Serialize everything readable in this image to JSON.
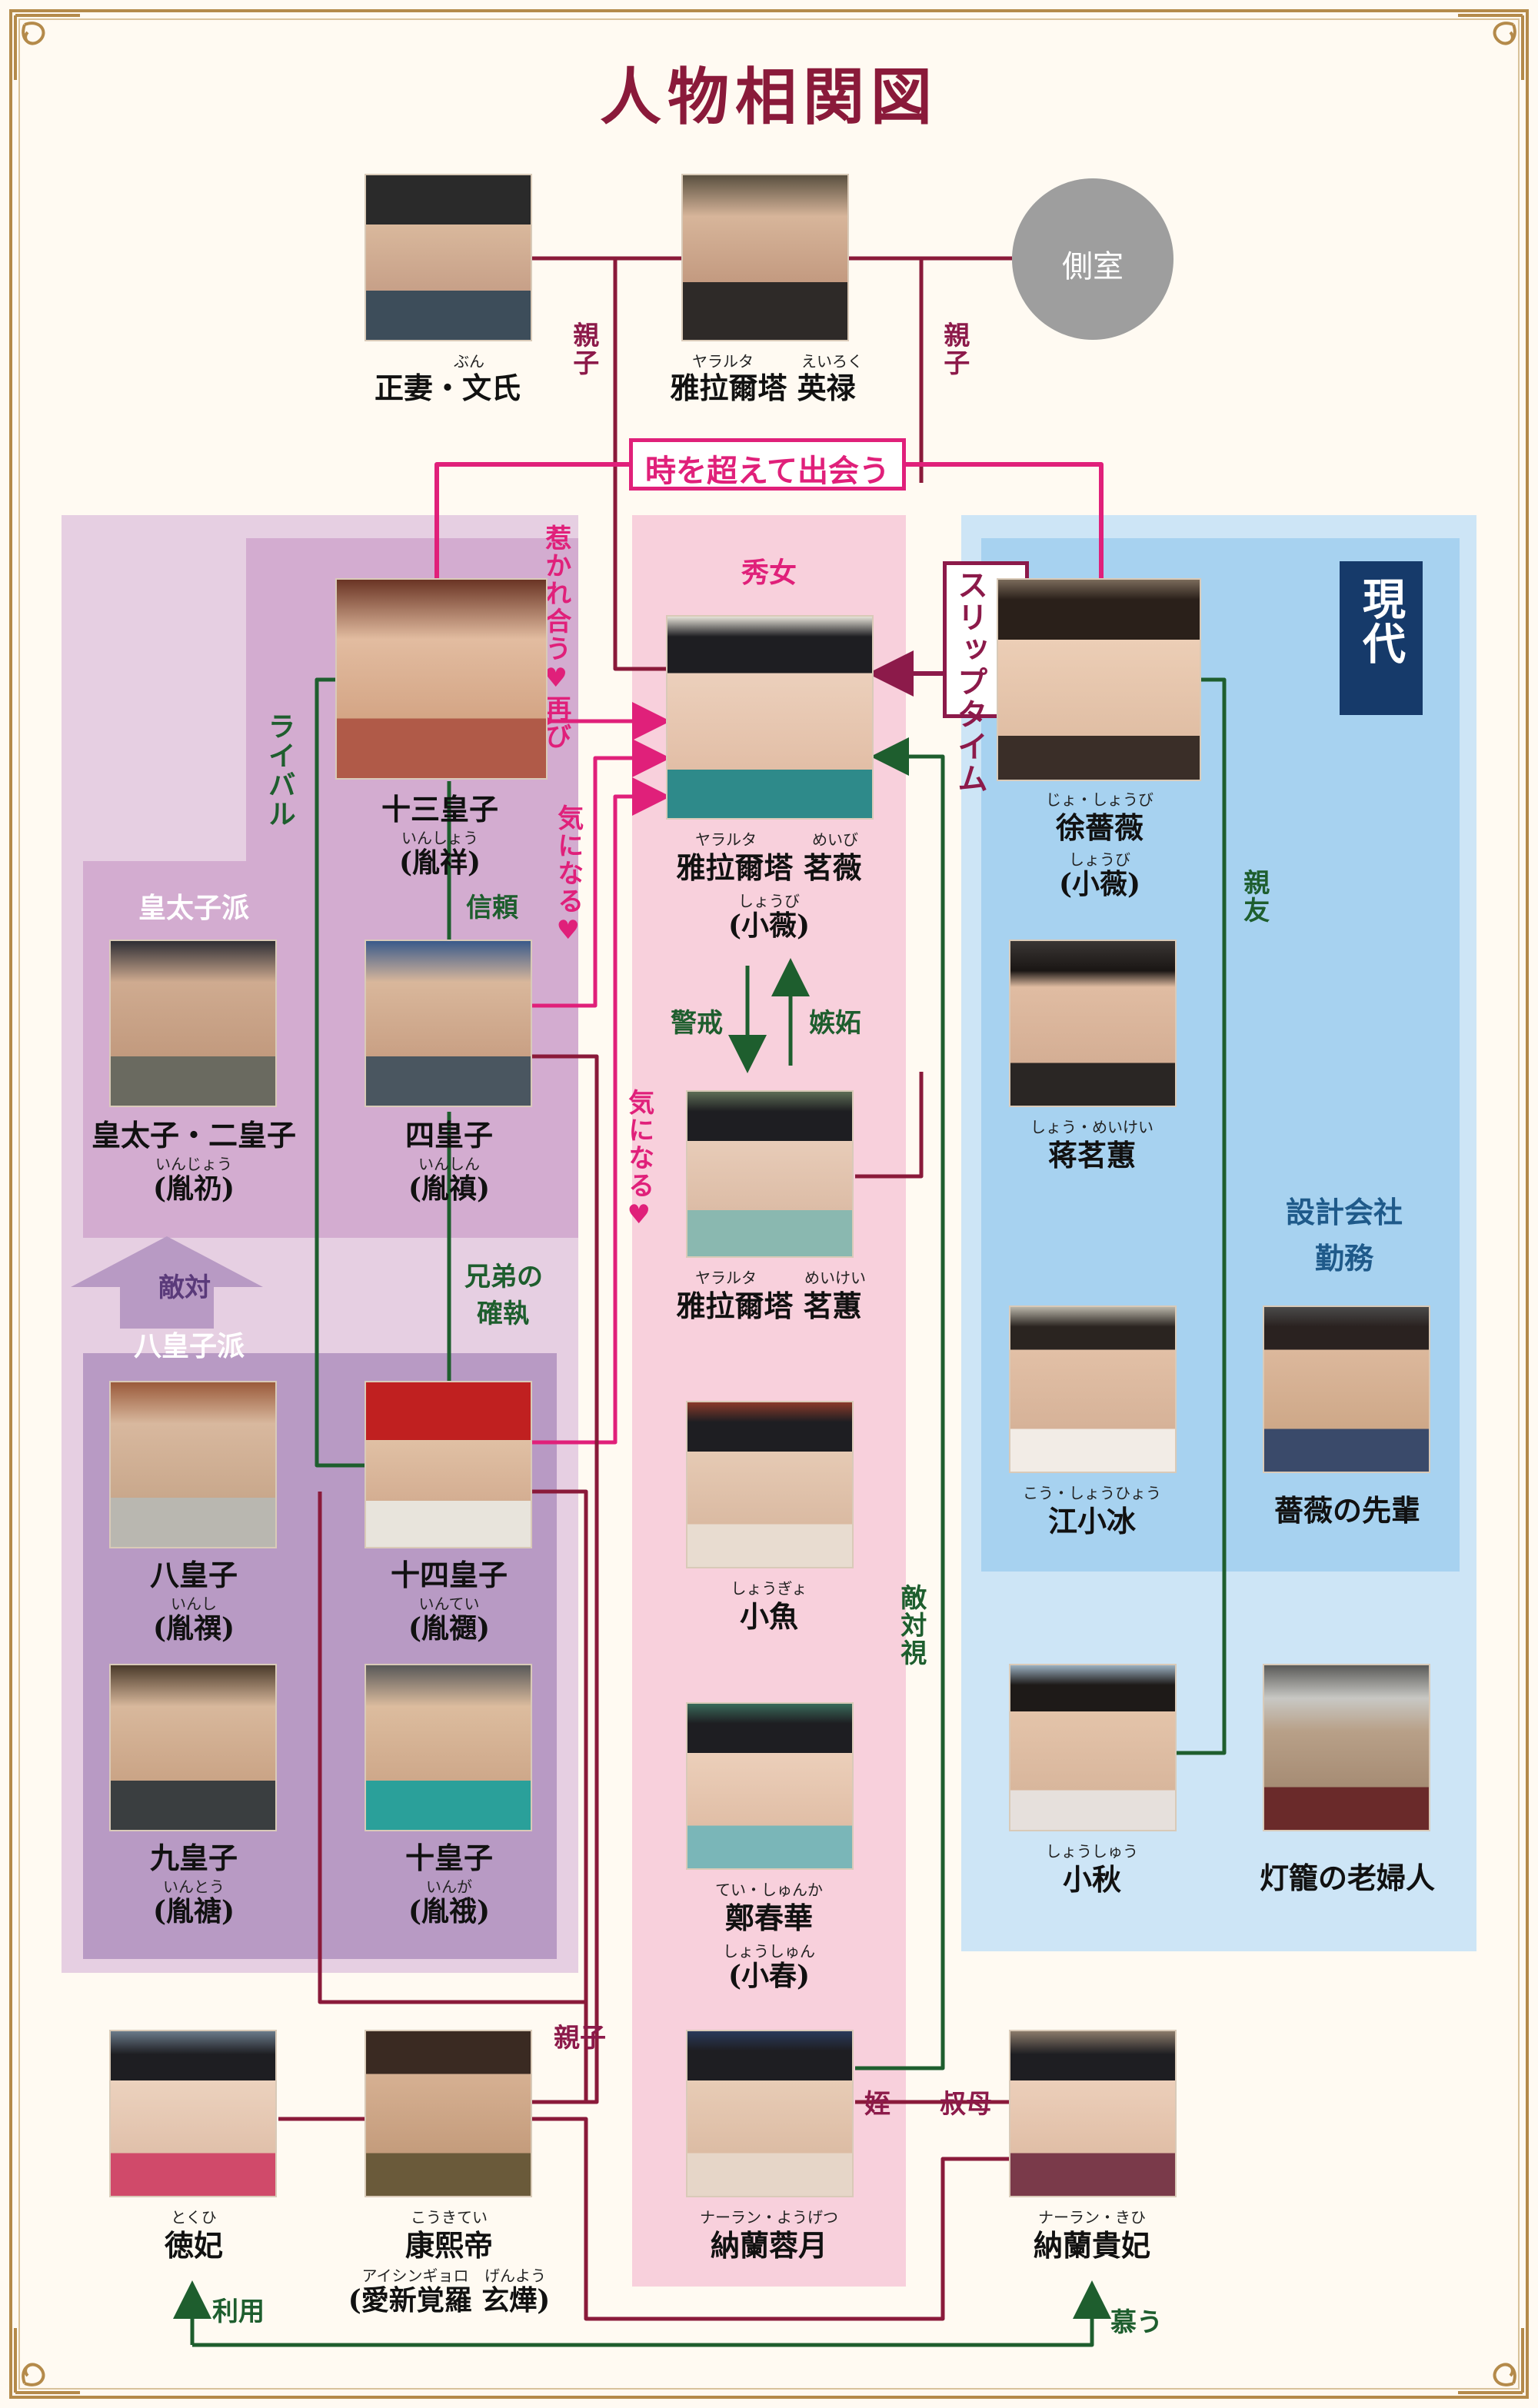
{
  "title": "人物相関図",
  "people": {
    "wife": {
      "ruby": "ぶん",
      "name": "正妻・文氏"
    },
    "father": {
      "ruby1": "ヤラルタ",
      "ruby2": "えいろく",
      "name": "雅拉爾塔 英禄"
    },
    "concubine": {
      "name": "側室"
    },
    "p13": {
      "name": "十三皇子",
      "ruby": "いんしょう",
      "sub": "(胤祥)"
    },
    "crown": {
      "name": "皇太子・二皇子",
      "ruby": "いんじょう",
      "sub": "(胤礽)"
    },
    "p4": {
      "name": "四皇子",
      "ruby": "いんしん",
      "sub": "(胤禛)"
    },
    "p8": {
      "name": "八皇子",
      "ruby": "いんし",
      "sub": "(胤禩)"
    },
    "p14": {
      "name": "十四皇子",
      "ruby": "いんてい",
      "sub": "(胤禵)"
    },
    "p9": {
      "name": "九皇子",
      "ruby": "いんとう",
      "sub": "(胤禟)"
    },
    "p10": {
      "name": "十皇子",
      "ruby": "いんが",
      "sub": "(胤䄉)"
    },
    "heroine": {
      "ruby1": "ヤラルタ",
      "ruby2": "めいび",
      "name": "雅拉爾塔 茗薇",
      "ruby3": "しょうび",
      "sub": "(小薇)"
    },
    "sister": {
      "ruby1": "ヤラルタ",
      "ruby2": "めいけい",
      "name": "雅拉爾塔 茗蕙"
    },
    "xiaoyu": {
      "ruby": "しょうぎょ",
      "name": "小魚"
    },
    "zheng": {
      "ruby": "てい・しゅんか",
      "name": "鄭春華",
      "ruby2": "しょうしゅん",
      "sub": "(小春)"
    },
    "nalan": {
      "ruby": "ナーラン・ようげつ",
      "name": "納蘭蓉月"
    },
    "modern": {
      "ruby": "じょ・しょうび",
      "name": "徐薔薇",
      "ruby2": "しょうび",
      "sub": "(小薇)"
    },
    "jiang": {
      "ruby": "しょう・めいけい",
      "name": "蒋茗蕙"
    },
    "jiangxb": {
      "ruby": "こう・しょうひょう",
      "name": "江小冰"
    },
    "senpai": {
      "name": "薔薇の先輩"
    },
    "xiaoqiu": {
      "ruby": "しょうしゅう",
      "name": "小秋"
    },
    "oldwoman": {
      "name": "灯籠の老婦人"
    },
    "defei": {
      "ruby": "とくひ",
      "name": "徳妃"
    },
    "emperor": {
      "ruby": "こうきてい",
      "name": "康熙帝",
      "ruby2a": "アイシンギョロ",
      "ruby2b": "げんよう",
      "sub": "(愛新覚羅 玄燁)"
    },
    "guifei": {
      "ruby": "ナーラン・きひ",
      "name": "納蘭貴妃"
    }
  },
  "groups": {
    "shunyo": "秀女",
    "modern": "現代",
    "crown_faction": "皇太子派",
    "eighth_faction": "八皇子派",
    "design": [
      "設計会社",
      "勤務"
    ]
  },
  "relations": {
    "oyako_left": "親子",
    "oyako_right": "親子",
    "meet": "時を超えて出会う",
    "timeslip": [
      "タイム",
      "スリップ"
    ],
    "ren": [
      "再び",
      "惹かれ合う♥"
    ],
    "rival": "ライバル",
    "kininaru1": "気になる♥",
    "kininaru2": "気になる♥",
    "shinrai": "信頼",
    "keikai": "警戒",
    "shitto": "嫉妬",
    "kyodai": [
      "兄弟の",
      "確執"
    ],
    "tekitai": "敵対",
    "shinyu": "親友",
    "tekitaishi": "敵対視",
    "oyako_bottom": "親子",
    "mei": "姪",
    "shukubo": "叔母",
    "riyou": "利用",
    "shitau": "慕う"
  },
  "colors": {
    "crimson": "#8a1a3a",
    "magenta": "#e0207a",
    "green": "#1e5e2e",
    "lilac_bg": "#e6cfe2",
    "lilac_mid": "#d3acd0",
    "purple_mid": "#b89ac4",
    "pink_bg": "#f8d0dc",
    "blue_bg": "#cde5f6",
    "blue_mid": "#a7d2f0",
    "navy": "#163a6a",
    "gold": "#b48a4a"
  }
}
